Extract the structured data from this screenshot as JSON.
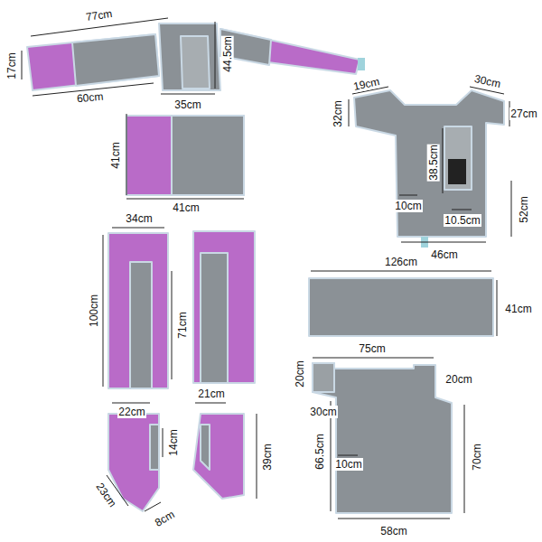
{
  "diagram": {
    "labels": [
      "77cm",
      "17cm",
      "60cm",
      "44.5cm",
      "35cm",
      "19cm",
      "30cm",
      "32cm",
      "27cm",
      "38.5cm",
      "10cm",
      "10.5cm",
      "52cm",
      "46cm",
      "41cm",
      "41cm",
      "34cm",
      "100cm",
      "71cm",
      "22cm",
      "21cm",
      "126cm",
      "41cm",
      "14cm",
      "39cm",
      "23cm",
      "8cm",
      "75cm",
      "20cm",
      "20cm",
      "30cm",
      "66.5cm",
      "10cm",
      "70cm",
      "58cm"
    ]
  }
}
